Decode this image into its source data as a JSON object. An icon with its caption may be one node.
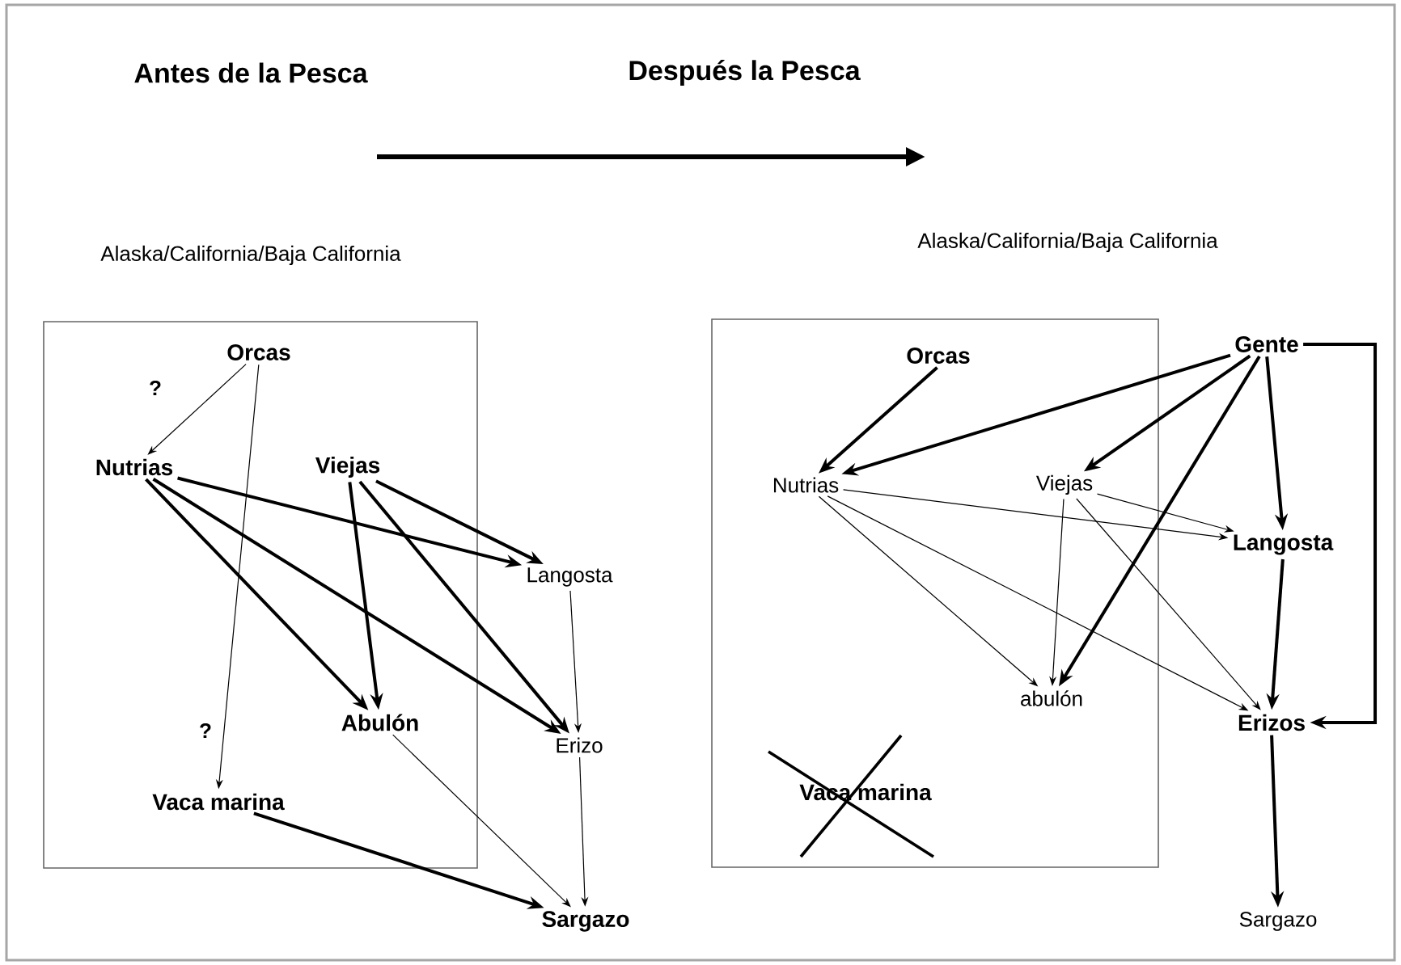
{
  "diagram": {
    "nodes": [
      {
        "text": [],
        "shape": "box"
      },
      {
        "text": [
          "Orcas"
        ],
        "in": 0
      },
      {
        "text": [
          "Nutrias"
        ],
        "in": 0
      },
      {
        "text": [
          "Viejas"
        ],
        "in": 0
      },
      {
        "text": [
          "Abulón"
        ],
        "in": 0
      },
      {
        "text": [
          "Vaca marina"
        ],
        "in": 0
      },
      {
        "text": [
          "Langosta"
        ]
      },
      {
        "text": [
          "Erizo"
        ]
      },
      {
        "text": [
          "Sargazo"
        ]
      },
      {
        "text": [],
        "shape": "box"
      },
      {
        "text": [
          "Orcas"
        ],
        "in": 9
      },
      {
        "text": [
          "Nutrias"
        ],
        "in": 9
      },
      {
        "text": [
          "Viejas"
        ],
        "in": 9
      },
      {
        "text": [
          "abulón"
        ],
        "in": 9
      },
      {
        "text": [
          "Vaca marina"
        ],
        "in": 9
      },
      {
        "text": [
          "Gente"
        ]
      },
      {
        "text": [
          "Langosta"
        ]
      },
      {
        "text": [
          "Erizos"
        ]
      },
      {
        "text": [
          "Sargazo"
        ]
      }
    ],
    "edges": [
      {
        "from": 1,
        "to": 2,
        "arrow": "to"
      },
      {
        "from": 1,
        "to": 5,
        "arrow": "to"
      },
      {
        "from": 2,
        "to": 6,
        "arrow": "to"
      },
      {
        "from": 2,
        "to": 4,
        "arrow": "to"
      },
      {
        "from": 2,
        "to": 7,
        "arrow": "to"
      },
      {
        "from": 3,
        "to": 4,
        "arrow": "to"
      },
      {
        "from": 3,
        "to": 7,
        "arrow": "to"
      },
      {
        "from": 3,
        "to": 6,
        "arrow": "to"
      },
      {
        "from": 6,
        "to": 7,
        "arrow": "to"
      },
      {
        "from": 7,
        "to": 8,
        "arrow": "to"
      },
      {
        "from": 4,
        "to": 8,
        "arrow": "to"
      },
      {
        "from": 5,
        "to": 8,
        "arrow": "to"
      },
      {
        "from": 10,
        "to": 11,
        "arrow": "to"
      },
      {
        "from": 15,
        "to": 11,
        "arrow": "to"
      },
      {
        "from": 15,
        "to": 12,
        "arrow": "to"
      },
      {
        "from": 15,
        "to": 13,
        "arrow": "to"
      },
      {
        "from": 15,
        "to": 16,
        "arrow": "to"
      },
      {
        "from": 15,
        "to": 17,
        "arrow": "to"
      },
      {
        "from": 11,
        "to": 16,
        "arrow": "to"
      },
      {
        "from": 11,
        "to": 13,
        "arrow": "to"
      },
      {
        "from": 11,
        "to": 17,
        "arrow": "to"
      },
      {
        "from": 12,
        "to": 13,
        "arrow": "to"
      },
      {
        "from": 12,
        "to": 16,
        "arrow": "to"
      },
      {
        "from": 12,
        "to": 17,
        "arrow": "to"
      },
      {
        "from": 16,
        "to": 17,
        "arrow": "to"
      },
      {
        "from": 17,
        "to": 18,
        "arrow": "to"
      }
    ],
    "labels": [
      "Antes de la Pesca",
      "Después la Pesca",
      "Alaska/California/Baja California",
      "Alaska/California/Baja California",
      "?",
      "?"
    ]
  }
}
